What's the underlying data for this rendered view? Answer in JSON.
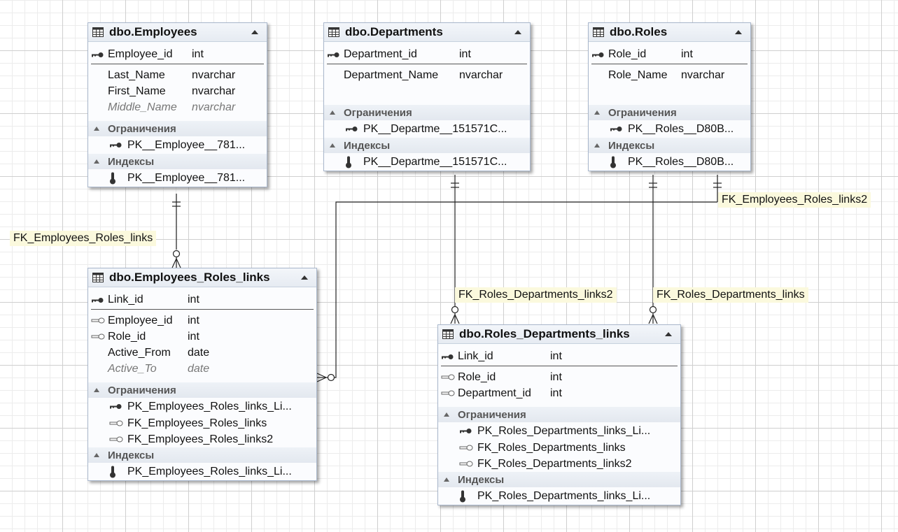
{
  "sections": {
    "constraints": "Ограничения",
    "indexes": "Индексы"
  },
  "tables": {
    "employees": {
      "title": "dbo.Employees",
      "columns": [
        {
          "name": "Employee_id",
          "type": "int"
        },
        {
          "name": "Last_Name",
          "type": "nvarchar"
        },
        {
          "name": "First_Name",
          "type": "nvarchar"
        },
        {
          "name": "Middle_Name",
          "type": "nvarchar"
        }
      ],
      "constraints": [
        "PK__Employee__781..."
      ],
      "indexes": [
        "PK__Employee__781..."
      ]
    },
    "departments": {
      "title": "dbo.Departments",
      "columns": [
        {
          "name": "Department_id",
          "type": "int"
        },
        {
          "name": "Department_Name",
          "type": "nvarchar"
        }
      ],
      "constraints": [
        "PK__Departme__151571C..."
      ],
      "indexes": [
        "PK__Departme__151571C..."
      ]
    },
    "roles": {
      "title": "dbo.Roles",
      "columns": [
        {
          "name": "Role_id",
          "type": "int"
        },
        {
          "name": "Role_Name",
          "type": "nvarchar"
        }
      ],
      "constraints": [
        "PK__Roles__D80B..."
      ],
      "indexes": [
        "PK__Roles__D80B..."
      ]
    },
    "employees_roles_links": {
      "title": "dbo.Employees_Roles_links",
      "columns": [
        {
          "name": "Link_id",
          "type": "int"
        },
        {
          "name": "Employee_id",
          "type": "int"
        },
        {
          "name": "Role_id",
          "type": "int"
        },
        {
          "name": "Active_From",
          "type": "date"
        },
        {
          "name": "Active_To",
          "type": "date"
        }
      ],
      "constraints": [
        "PK_Employees_Roles_links_Li...",
        "FK_Employees_Roles_links",
        "FK_Employees_Roles_links2"
      ],
      "indexes": [
        "PK_Employees_Roles_links_Li..."
      ]
    },
    "roles_departments_links": {
      "title": "dbo.Roles_Departments_links",
      "columns": [
        {
          "name": "Link_id",
          "type": "int"
        },
        {
          "name": "Role_id",
          "type": "int"
        },
        {
          "name": "Department_id",
          "type": "int"
        }
      ],
      "constraints": [
        "PK_Roles_Departments_links_Li...",
        "FK_Roles_Departments_links",
        "FK_Roles_Departments_links2"
      ],
      "indexes": [
        "PK_Roles_Departments_links_Li..."
      ]
    }
  },
  "relationships": {
    "fk_employees_roles_links": "FK_Employees_Roles_links",
    "fk_employees_roles_links2": "FK_Employees_Roles_links2",
    "fk_roles_departments_links2": "FK_Roles_Departments_links2",
    "fk_roles_departments_links": "FK_Roles_Departments_links"
  }
}
